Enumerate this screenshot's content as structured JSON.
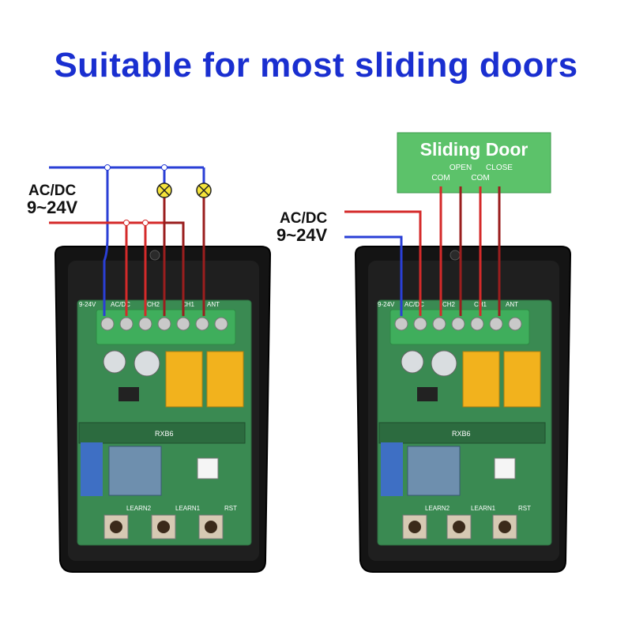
{
  "title": "Suitable for most sliding doors",
  "left_panel": {
    "power_label_line1": "AC/DC",
    "power_label_line2": "9~24V",
    "terminal_labels": [
      "9-24V",
      "AC/DC",
      "CH2",
      "CH1",
      "ANT"
    ],
    "module_name": "RXB6",
    "buttons": [
      "LEARN2",
      "LEARN1",
      "RST"
    ]
  },
  "right_panel": {
    "power_label_line1": "AC/DC",
    "power_label_line2": "9~24V",
    "door_box_title": "Sliding Door",
    "door_terminals": [
      "COM",
      "OPEN",
      "COM",
      "CLOSE"
    ],
    "terminal_labels": [
      "9-24V",
      "AC/DC",
      "CH2",
      "CH1",
      "ANT"
    ],
    "module_name": "RXB6",
    "buttons": [
      "LEARN2",
      "LEARN1",
      "RST"
    ]
  },
  "colors": {
    "title": "#1a2fd0",
    "wire_blue": "#2a3fd6",
    "wire_red": "#d42a2a",
    "wire_darkred": "#9a1e1e",
    "pcb": "#3a8a52",
    "terminal_block": "#3fae5c",
    "relay": "#f2b21d",
    "door_box": "#5cc26a",
    "lamp": "#f5e43a"
  }
}
